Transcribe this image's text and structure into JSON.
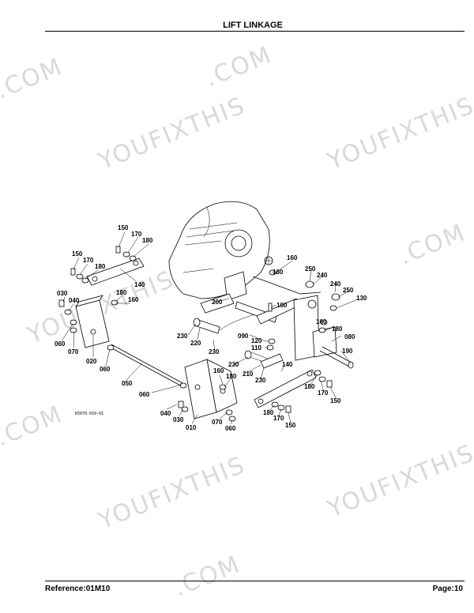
{
  "header": {
    "title": "LIFT LINKAGE"
  },
  "footer": {
    "reference": "Reference:01M10",
    "page": "Page:10"
  },
  "watermarks": [
    "YOUFIXTHIS",
    "YOUFIXTHIS",
    "YOUFIXTHIS",
    "YOUFIXTHIS",
    "YOUFIXTHIS",
    ".COM",
    ".COM",
    ".COM",
    ".COM",
    ".COM"
  ],
  "diagram_code": "K5070-010-01",
  "part_labels": [
    "150",
    "170",
    "180",
    "150",
    "170",
    "180",
    "140",
    "030",
    "040",
    "180",
    "160",
    "060",
    "070",
    "020",
    "060",
    "050",
    "060",
    "040",
    "030",
    "010",
    "160",
    "180",
    "070",
    "060",
    "180",
    "160",
    "250",
    "240",
    "240",
    "250",
    "130",
    "200",
    "100",
    "230",
    "220",
    "230",
    "160",
    "180",
    "080",
    "190",
    "090",
    "120",
    "110",
    "230",
    "210",
    "140",
    "230",
    "180",
    "170",
    "150",
    "180",
    "170",
    "150"
  ]
}
